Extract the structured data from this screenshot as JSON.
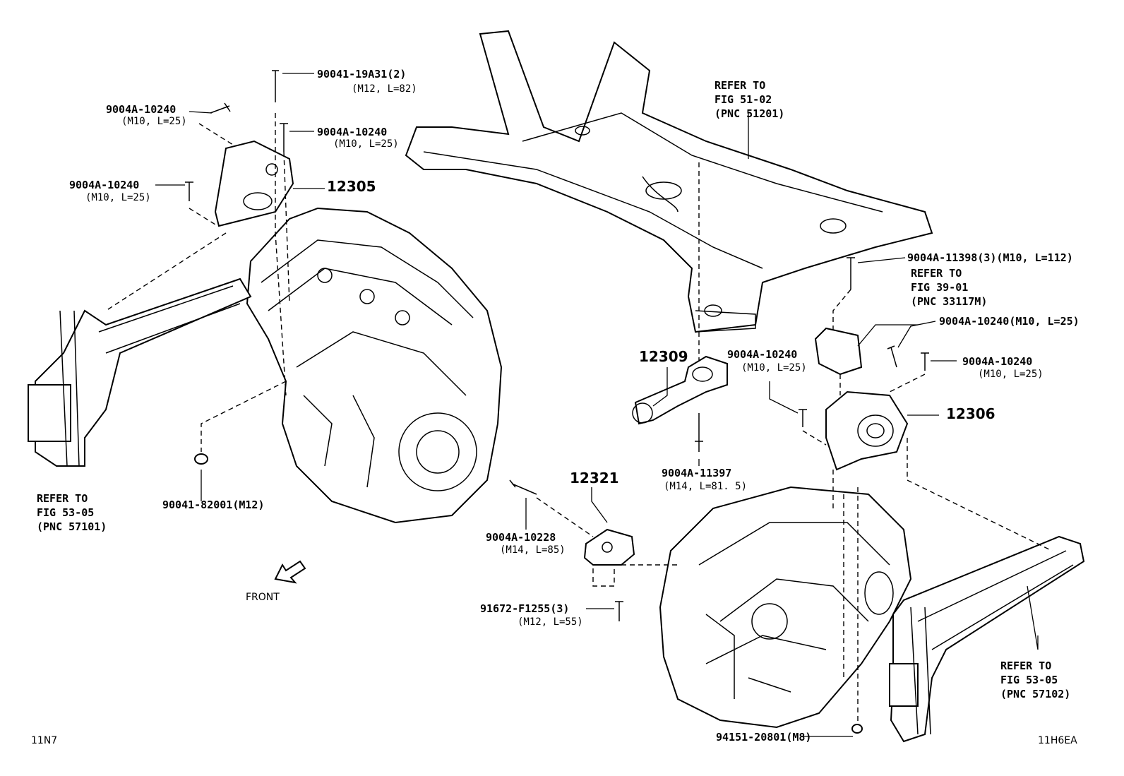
{
  "diagram": {
    "parts": [
      {
        "part_no": "90041-19A31(2)",
        "spec": "(M12, L=82)"
      },
      {
        "part_no": "9004A-10240",
        "spec": "(M10, L=25)"
      },
      {
        "part_no": "9004A-10240",
        "spec": "(M10, L=25)"
      },
      {
        "part_no": "9004A-10240",
        "spec": "(M10, L=25)"
      },
      {
        "part_no": "12305"
      },
      {
        "part_no": "90041-82001(M12)"
      },
      {
        "part_no": "12309"
      },
      {
        "part_no": "9004A-11397",
        "spec": "(M14, L=81. 5)"
      },
      {
        "part_no": "12321"
      },
      {
        "part_no": "9004A-10228",
        "spec": "(M14, L=85)"
      },
      {
        "part_no": "91672-F1255(3)",
        "spec": "(M12, L=55)"
      },
      {
        "part_no": "9004A-11398(3)(M10, L=112)"
      },
      {
        "part_no": "9004A-10240(M10, L=25)"
      },
      {
        "part_no": "9004A-10240",
        "spec": "(M10, L=25)"
      },
      {
        "part_no": "9004A-10240",
        "spec": "(M10, L=25)"
      },
      {
        "part_no": "12306"
      },
      {
        "part_no": "94151-20801(M8)"
      }
    ],
    "references": [
      {
        "lines": [
          "REFER TO",
          "FIG 51-02",
          "(PNC 51201)"
        ]
      },
      {
        "lines": [
          "REFER TO",
          "FIG 39-01",
          "(PNC 33117M)"
        ]
      },
      {
        "lines": [
          "REFER TO",
          "FIG 53-05",
          "(PNC 57101)"
        ]
      },
      {
        "lines": [
          "REFER TO",
          "FIG 53-05",
          "(PNC 57102)"
        ]
      }
    ],
    "front_label": "FRONT",
    "corner_left": "11N7",
    "corner_right": "11H6EA"
  }
}
